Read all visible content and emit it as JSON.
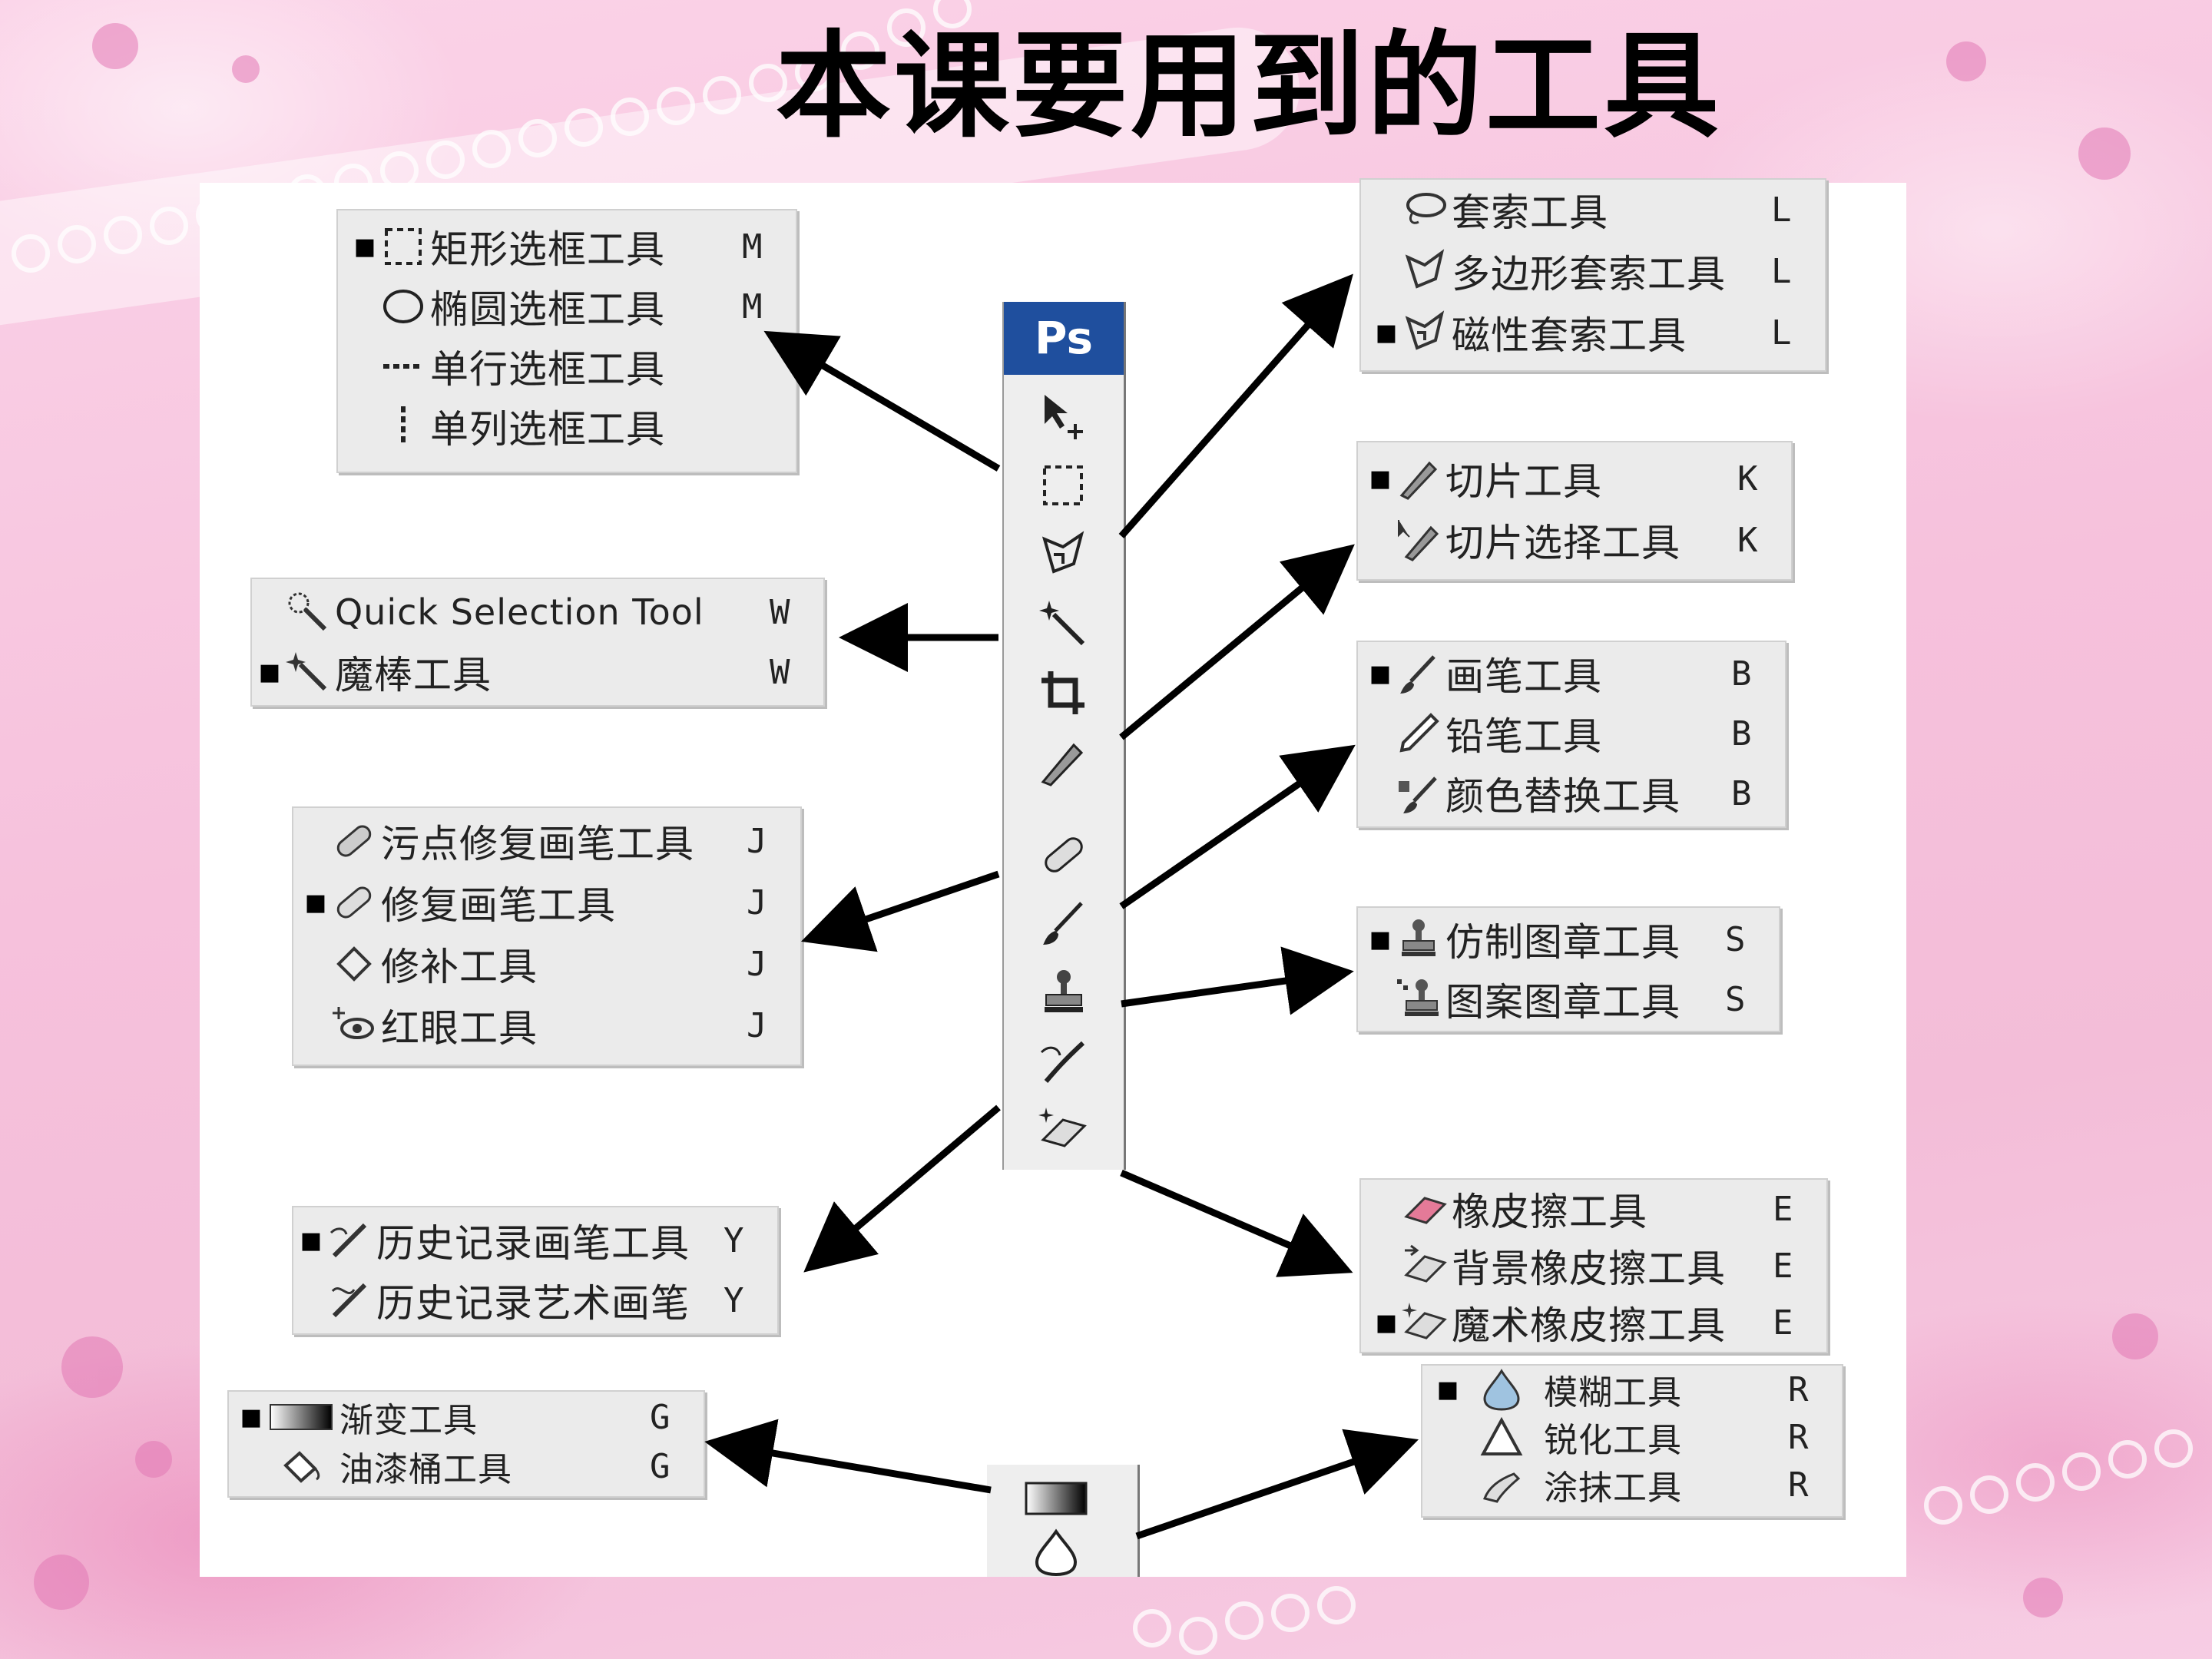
{
  "title": "本课要用到的工具",
  "toolbox": {
    "logo": "Ps"
  },
  "panels": {
    "marquee": [
      {
        "bullet": "■",
        "icon": "rect-marquee-icon",
        "label": "矩形选框工具",
        "key": "M"
      },
      {
        "bullet": "",
        "icon": "ellipse-marquee-icon",
        "label": "椭圆选框工具",
        "key": "M"
      },
      {
        "bullet": "",
        "icon": "single-row-marquee-icon",
        "label": "单行选框工具",
        "key": ""
      },
      {
        "bullet": "",
        "icon": "single-column-marquee-icon",
        "label": "单列选框工具",
        "key": ""
      }
    ],
    "quick": [
      {
        "bullet": "",
        "icon": "quick-selection-icon",
        "label": "Quick Selection Tool",
        "key": "W"
      },
      {
        "bullet": "■",
        "icon": "magic-wand-icon",
        "label": "魔棒工具",
        "key": "W"
      }
    ],
    "healing": [
      {
        "bullet": "",
        "icon": "spot-healing-icon",
        "label": "污点修复画笔工具",
        "key": "J"
      },
      {
        "bullet": "■",
        "icon": "healing-brush-icon",
        "label": "修复画笔工具",
        "key": "J"
      },
      {
        "bullet": "",
        "icon": "patch-icon",
        "label": "修补工具",
        "key": "J"
      },
      {
        "bullet": "",
        "icon": "red-eye-icon",
        "label": "红眼工具",
        "key": "J"
      }
    ],
    "history": [
      {
        "bullet": "■",
        "icon": "history-brush-icon",
        "label": "历史记录画笔工具",
        "key": "Y"
      },
      {
        "bullet": "",
        "icon": "art-history-brush-icon",
        "label": "历史记录艺术画笔",
        "key": "Y"
      }
    ],
    "gradient": [
      {
        "bullet": "■",
        "icon": "gradient-icon",
        "label": "渐变工具",
        "key": "G"
      },
      {
        "bullet": "",
        "icon": "paint-bucket-icon",
        "label": "油漆桶工具",
        "key": "G"
      }
    ],
    "lasso": [
      {
        "bullet": "",
        "icon": "lasso-icon",
        "label": "套索工具",
        "key": "L"
      },
      {
        "bullet": "",
        "icon": "polygonal-lasso-icon",
        "label": "多边形套索工具",
        "key": "L"
      },
      {
        "bullet": "■",
        "icon": "magnetic-lasso-icon",
        "label": "磁性套索工具",
        "key": "L"
      }
    ],
    "slice": [
      {
        "bullet": "■",
        "icon": "slice-icon",
        "label": "切片工具",
        "key": "K"
      },
      {
        "bullet": "",
        "icon": "slice-select-icon",
        "label": "切片选择工具",
        "key": "K"
      }
    ],
    "brush": [
      {
        "bullet": "■",
        "icon": "brush-icon",
        "label": "画笔工具",
        "key": "B"
      },
      {
        "bullet": "",
        "icon": "pencil-icon",
        "label": "铅笔工具",
        "key": "B"
      },
      {
        "bullet": "",
        "icon": "color-replacement-icon",
        "label": "颜色替换工具",
        "key": "B"
      }
    ],
    "stamp": [
      {
        "bullet": "■",
        "icon": "clone-stamp-icon",
        "label": "仿制图章工具",
        "key": "S"
      },
      {
        "bullet": "",
        "icon": "pattern-stamp-icon",
        "label": "图案图章工具",
        "key": "S"
      }
    ],
    "eraser": [
      {
        "bullet": "",
        "icon": "eraser-icon",
        "label": "橡皮擦工具",
        "key": "E"
      },
      {
        "bullet": "",
        "icon": "background-eraser-icon",
        "label": "背景橡皮擦工具",
        "key": "E"
      },
      {
        "bullet": "■",
        "icon": "magic-eraser-icon",
        "label": "魔术橡皮擦工具",
        "key": "E"
      }
    ],
    "blur": [
      {
        "bullet": "■",
        "icon": "blur-icon",
        "label": "模糊工具",
        "key": "R"
      },
      {
        "bullet": "",
        "icon": "sharpen-icon",
        "label": "锐化工具",
        "key": "R"
      },
      {
        "bullet": "",
        "icon": "smudge-icon",
        "label": "涂抹工具",
        "key": "R"
      }
    ]
  }
}
